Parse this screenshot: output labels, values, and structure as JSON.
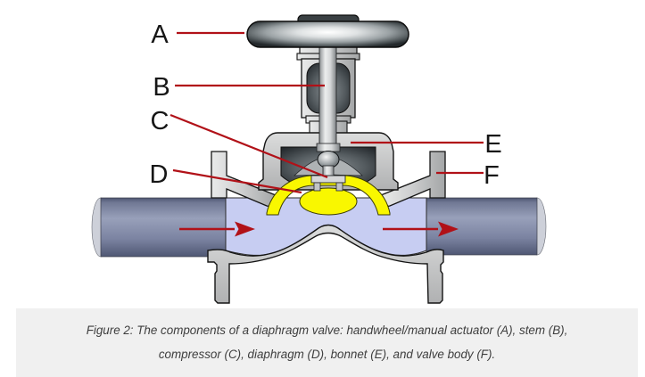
{
  "figure": {
    "kind": "diaphragm-valve-cross-section"
  },
  "labels": {
    "a": "A",
    "b": "B",
    "c": "C",
    "d": "D",
    "e": "E",
    "f": "F"
  },
  "legend": {
    "A": "handwheel/manual actuator",
    "B": "stem",
    "C": "compressor",
    "D": "diaphragm",
    "E": "bonnet",
    "F": "valve body"
  },
  "caption": {
    "line1": "Figure 2: The components of a diaphragm valve: handwheel/manual actuator (A), stem (B),",
    "line2": "compressor (C), diaphragm (D), bonnet (E), and valve body (F)."
  },
  "colors": {
    "callout_red": "#b11118",
    "diaphragm_yellow": "#f9f700",
    "fluid_blue": "#c7cdf2",
    "pipe_slate": "#8b93af",
    "metal_light": "#d6d7d8",
    "metal_dark": "#4a5053",
    "caption_background": "#f0f0f0",
    "caption_text": "#3e3e3e"
  },
  "flow": {
    "direction": "left-to-right"
  }
}
